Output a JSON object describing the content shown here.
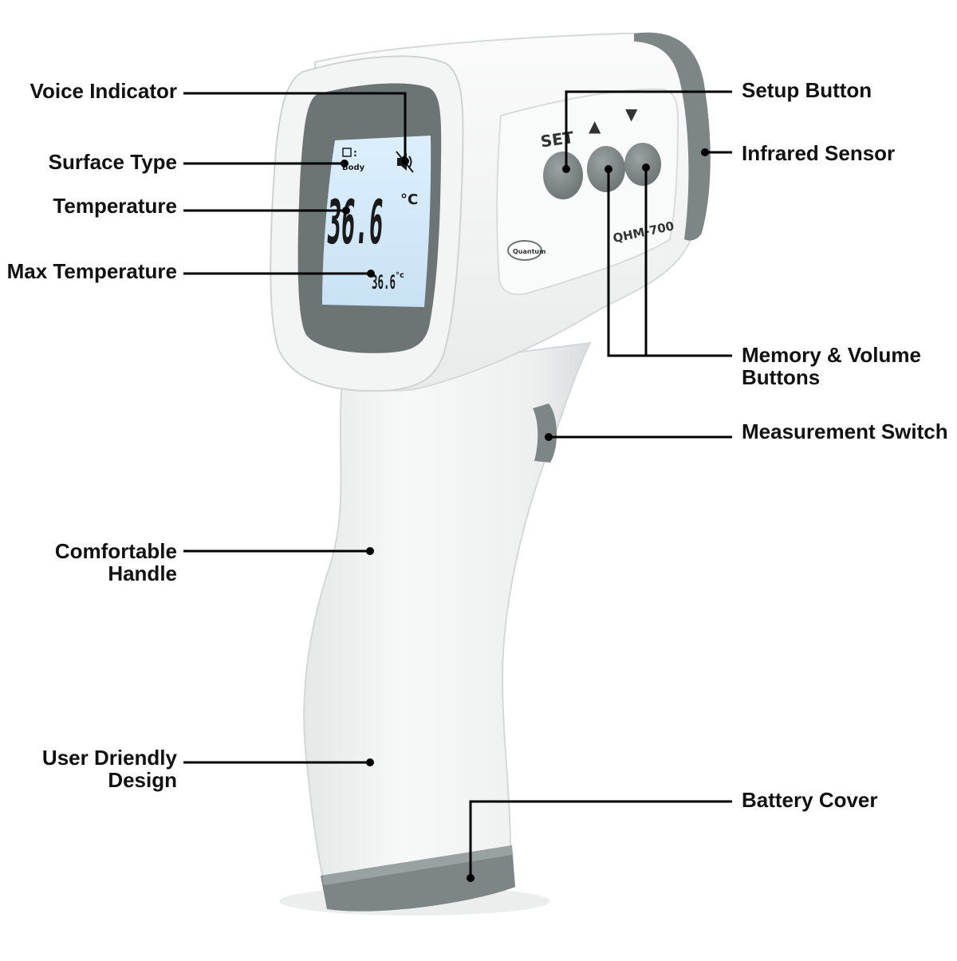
{
  "labels": {
    "voice_indicator": "Voice Indicator",
    "surface_type": "Surface Type",
    "temperature": "Temperature",
    "max_temperature": "Max Temperature",
    "comfortable_handle_1": "Comfortable",
    "comfortable_handle_2": "Handle",
    "user_design_1": "User Driendly",
    "user_design_2": "Design",
    "setup_button": "Setup Button",
    "infrared_sensor": "Infrared Sensor",
    "memory_volume_1": "Memory & Volume",
    "memory_volume_2": "Buttons",
    "measurement_switch": "Measurement Switch",
    "battery_cover": "Battery Cover"
  },
  "device": {
    "display": {
      "mode_label": "Body",
      "temperature": "36.6",
      "unit": "°C",
      "max_temperature": "36.6",
      "max_unit": "°c"
    },
    "set_label": "SET",
    "up_symbol": "▲",
    "down_symbol": "▼",
    "model": "QHM-700",
    "brand": "Quantum"
  },
  "colors": {
    "body": "#f1f2f2",
    "trim": "#7d8585",
    "screen_frame": "#6c7474",
    "lcd": "#d3e9f7",
    "digits": "#1a1a1a",
    "leader": "#000000"
  },
  "icons": [
    "speaker-muted-icon",
    "mode-icon"
  ]
}
